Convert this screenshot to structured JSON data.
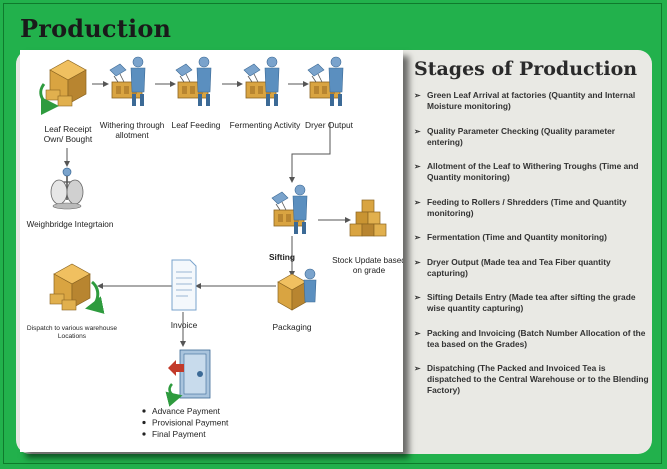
{
  "header": {
    "title": "Production"
  },
  "diagram": {
    "nodes": {
      "leaf_receipt": "Leaf Receipt\nOwn/ Bought",
      "withering": "Withering through\nallotment",
      "leaf_feeding": "Leaf Feeding",
      "fermenting": "Fermenting Activity",
      "dryer_output": "Dryer Output",
      "weighbridge": "Weighbridge Integrtaion",
      "sifting": "Sifting",
      "stock_update": "Stock Update based\non grade",
      "packaging": "Packaging",
      "invoice": "Invoice",
      "dispatch": "Dispatch to various warehouse\nLocations"
    },
    "payments": [
      "Advance Payment",
      "Provisional Payment",
      "Final Payment"
    ]
  },
  "stages": {
    "title": "Stages of  Production",
    "items": [
      "Green Leaf Arrival at factories (Quantity  and Internal Moisture  monitoring)",
      "Quality Parameter Checking (Quality parameter entering)",
      "Allotment of the Leaf to Withering Troughs (Time and Quantity monitoring)",
      "Feeding to Rollers / Shredders (Time  and Quantity  monitoring)",
      "Fermentation (Time and Quantity monitoring)",
      "Dryer Output (Made tea and Tea Fiber quantity  capturing)",
      "Sifting Details Entry (Made tea after sifting the grade wise quantity capturing)",
      "Packing and Invoicing (Batch Number Allocation of the tea based on the Grades)",
      "Dispatching (The  Packed and Invoiced Tea is dispatched to the Central Warehouse  or to the Blending  Factory)"
    ]
  },
  "colors": {
    "frame_green": "#22b14c",
    "panel_grey": "#e9e9e4",
    "box_gold": "#d9a441",
    "figure_blue": "#5b8fbf",
    "arrow_green": "#2e9b3e"
  }
}
